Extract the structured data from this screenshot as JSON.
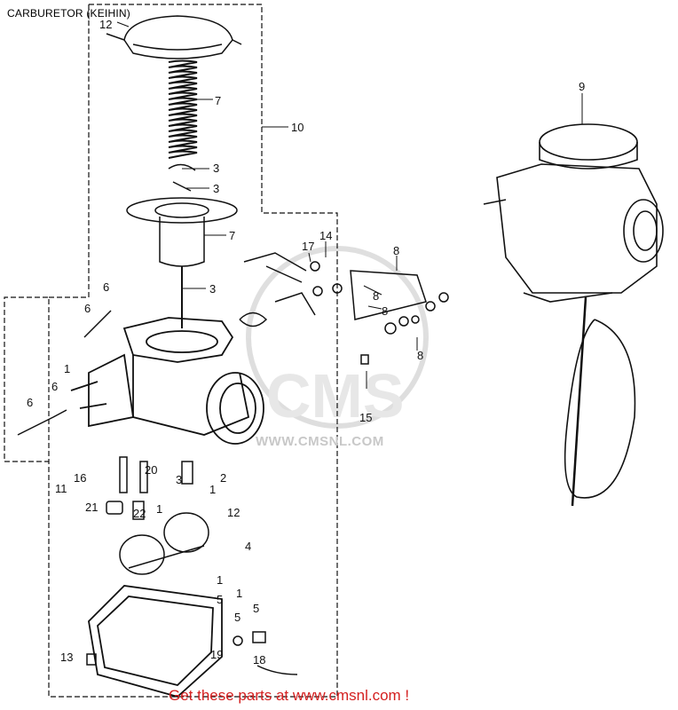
{
  "title": "CARBURETOR (KEIHIN)",
  "watermark": {
    "logo": "CMS",
    "url": "WWW.CMSNL.COM"
  },
  "footer": "Get these parts at www.cmsnl.com !",
  "callouts": [
    "12",
    "7",
    "3",
    "3",
    "10",
    "7",
    "3",
    "9",
    "17",
    "14",
    "8",
    "6",
    "6",
    "8",
    "8",
    "1",
    "6",
    "6",
    "8",
    "15",
    "11",
    "16",
    "20",
    "3",
    "2",
    "1",
    "21",
    "22",
    "1",
    "12",
    "4",
    "1",
    "5",
    "1",
    "5",
    "5",
    "13",
    "19",
    "18"
  ],
  "colors": {
    "line": "#111111",
    "footer": "#d42020",
    "watermark": "#c8c8c8"
  }
}
